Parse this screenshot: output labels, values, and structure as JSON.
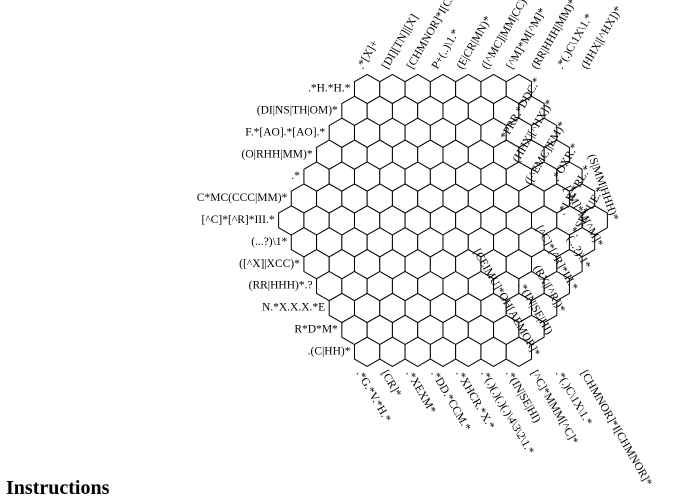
{
  "puzzle": {
    "left_clues": [
      ".*H.*H.*",
      "(DI|NS|TH|OM)*",
      "F.*[AO].*[AO].*",
      "(O|RHH|MM)*",
      ".*",
      "C*MC(CCC|MM)*",
      "[^C]*[^R]*III.*",
      "(...?)\\1*",
      "([^X]|XCC)*",
      "(RR|HHH)*.?",
      "N.*X.X.X.*E",
      "R*D*M*",
      ".(C|HH)*"
    ],
    "top_clues": [
      ".*[X]+",
      "[DI][TN]|[X]",
      "[CHMNOR]*I[CHMNOR]*",
      "P+(..)\\1.*",
      "(E|CR|MN)*",
      "([^MC]|MM|CC)*",
      "[^M]*M[^M]*",
      "(RR|HHH|MM)*",
      ".*(.)C\\1X\\1.*",
      "(HHX|[^HX])*"
    ],
    "right_clues": [
      ".*PRR.*DDC.*",
      "(HHX|[^HX])*",
      "([^EMC]|EM)*",
      ".*OXR.*",
      ".*LR.*RL.*",
      ".*SE.*UE.*",
      "(S|MM|HHH)*",
      "[^M]*M[^M]*",
      "(...?)\\1*",
      "[^C]*[^R]*III.*",
      "(RX|[^R])*",
      ".*(IN|SE|HI)",
      "[CEIMU]*OH[AEMOR]*"
    ],
    "bottom_clues": [
      ".*G.*V.*H.*",
      "[CR]*",
      ".*XEXM*",
      ".*DD.*CCM.*",
      ".*XHCR.*X.*",
      ".*(.)(.)(.)(.)\\4\\3\\2\\1.*",
      ".*(IN|SE|HI)",
      "[^C]*MMM[^C]*",
      ".*(.)C\\1X\\1.*",
      "[CHMNOR]*I[CHMNOR]*"
    ]
  },
  "instructions": {
    "heading": "Instructions"
  }
}
